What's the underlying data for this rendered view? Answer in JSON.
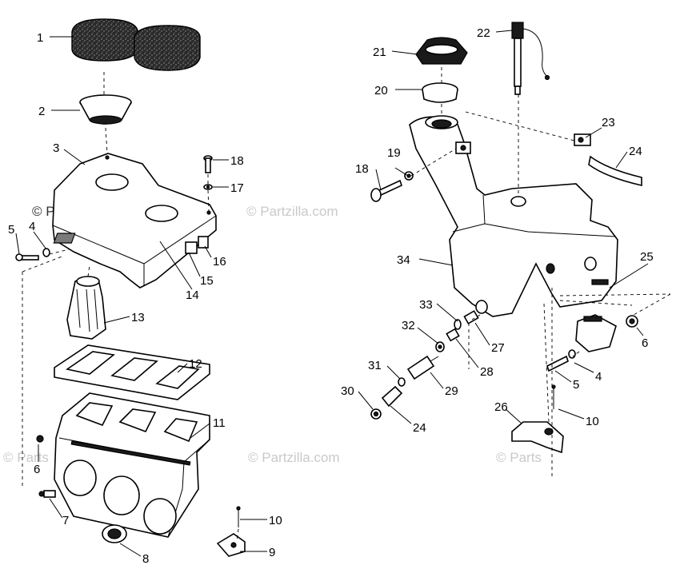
{
  "watermark": {
    "text": "© Partzilla.com",
    "short_text": "© Parts"
  },
  "callouts": [
    {
      "id": "c1",
      "label": "1"
    },
    {
      "id": "c2",
      "label": "2"
    },
    {
      "id": "c3",
      "label": "3"
    },
    {
      "id": "c4a",
      "label": "4"
    },
    {
      "id": "c5a",
      "label": "5"
    },
    {
      "id": "c6a",
      "label": "6"
    },
    {
      "id": "c7",
      "label": "7"
    },
    {
      "id": "c8",
      "label": "8"
    },
    {
      "id": "c9",
      "label": "9"
    },
    {
      "id": "c10a",
      "label": "10"
    },
    {
      "id": "c11",
      "label": "11"
    },
    {
      "id": "c12",
      "label": "12"
    },
    {
      "id": "c13",
      "label": "13"
    },
    {
      "id": "c14",
      "label": "14"
    },
    {
      "id": "c15",
      "label": "15"
    },
    {
      "id": "c16",
      "label": "16"
    },
    {
      "id": "c17",
      "label": "17"
    },
    {
      "id": "c18a",
      "label": "18"
    },
    {
      "id": "c18b",
      "label": "18"
    },
    {
      "id": "c19",
      "label": "19"
    },
    {
      "id": "c20",
      "label": "20"
    },
    {
      "id": "c21",
      "label": "21"
    },
    {
      "id": "c22",
      "label": "22"
    },
    {
      "id": "c23",
      "label": "23"
    },
    {
      "id": "c24a",
      "label": "24"
    },
    {
      "id": "c24b",
      "label": "24"
    },
    {
      "id": "c25",
      "label": "25"
    },
    {
      "id": "c26",
      "label": "26"
    },
    {
      "id": "c27",
      "label": "27"
    },
    {
      "id": "c28",
      "label": "28"
    },
    {
      "id": "c29",
      "label": "29"
    },
    {
      "id": "c30",
      "label": "30"
    },
    {
      "id": "c31",
      "label": "31"
    },
    {
      "id": "c32",
      "label": "32"
    },
    {
      "id": "c33",
      "label": "33"
    },
    {
      "id": "c34",
      "label": "34"
    },
    {
      "id": "c4b",
      "label": "4"
    },
    {
      "id": "c5b",
      "label": "5"
    },
    {
      "id": "c6b",
      "label": "6"
    },
    {
      "id": "c10b",
      "label": "10"
    }
  ]
}
